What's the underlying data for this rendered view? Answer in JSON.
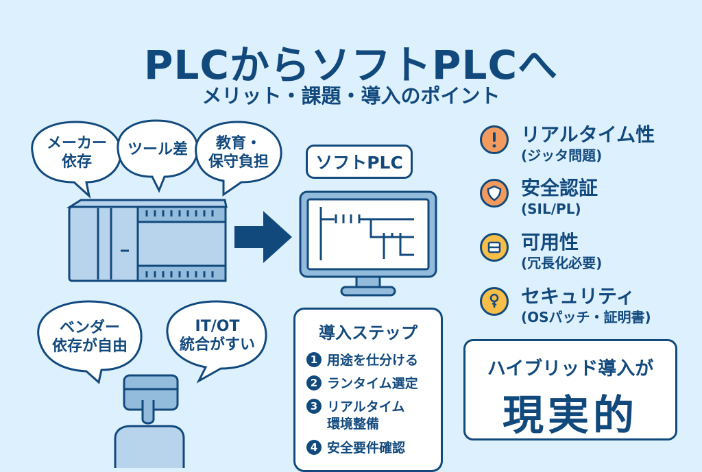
{
  "header": {
    "title": "PLCからソフトPLCへ",
    "subtitle": "メリット・課題・導入のポイント"
  },
  "plc_pain_bubbles": [
    {
      "text": "メーカー\n依存"
    },
    {
      "text": "ツール差"
    },
    {
      "text": "教育・\n保守負担"
    }
  ],
  "user_bubbles": [
    {
      "text": "ベンダー\n依存が自由"
    },
    {
      "text": "IT/OT\n統合がすい"
    }
  ],
  "soft_plc": {
    "label": "ソフトPLC"
  },
  "steps": {
    "title": "導入ステップ",
    "items": [
      {
        "num": "1",
        "label": "用途を仕分ける"
      },
      {
        "num": "2",
        "label": "ランタイム選定"
      },
      {
        "num": "3",
        "label": "リアルタイム\n環境整備"
      },
      {
        "num": "4",
        "label": "安全要件確認"
      }
    ]
  },
  "issues": [
    {
      "icon": "exclamation-icon",
      "title": "リアルタイム性",
      "detail": "(ジッタ問題)",
      "color": "#F39A5E"
    },
    {
      "icon": "shield-icon",
      "title": "安全認証",
      "detail": "(SIL/PL)",
      "color": "#F39A5E"
    },
    {
      "icon": "redundancy-icon",
      "title": "可用性",
      "detail": "(冗長化必要)",
      "color": "#F8BE48"
    },
    {
      "icon": "key-icon",
      "title": "セキュリティ",
      "detail": "(OSパッチ・証明書)",
      "color": "#F8BE48"
    }
  ],
  "conclusion": {
    "line1": "ハイブリッド導入が",
    "line2": "現実的"
  },
  "colors": {
    "background": "#DDF0FD",
    "primary": "#12497D",
    "device_fill": "#B8D4EC",
    "device_dark": "#93BBDC",
    "orange": "#F39A5E",
    "yellow": "#F8BE48"
  }
}
